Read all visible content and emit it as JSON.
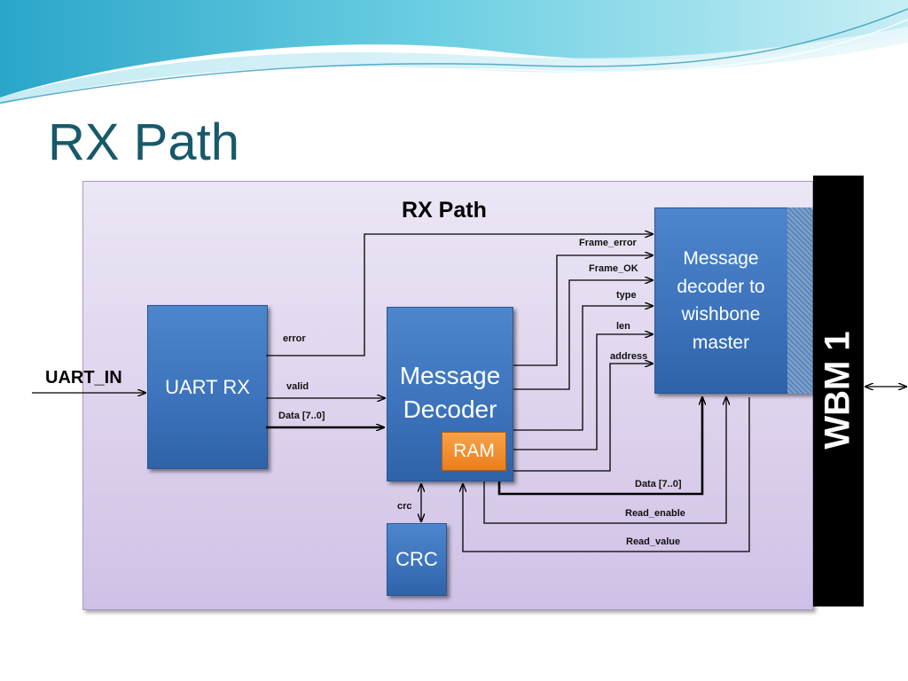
{
  "slide": {
    "title": "RX Path"
  },
  "diagram": {
    "title": "RX Path",
    "input_label": "UART_IN",
    "blocks": {
      "uart_rx": "UART RX",
      "message_decoder": "Message\nDecoder",
      "ram": "RAM",
      "crc": "CRC",
      "wishbone_master": "Message\ndecoder to\nwishbone\nmaster",
      "wbm": "WBM 1"
    },
    "signals": {
      "error": "error",
      "valid": "valid",
      "data_uart": "Data [7..0]",
      "frame_error": "Frame_error",
      "frame_ok": "Frame_OK",
      "type": "type",
      "len": "len",
      "address": "address",
      "data_wb": "Data [7..0]",
      "read_enable": "Read_enable",
      "read_value": "Read_value",
      "crc": "crc"
    },
    "colors": {
      "title": "#17596b",
      "block": "#3d74bd",
      "ram": "#ec7e1c",
      "panel": "#ddd2ec",
      "wbm": "#000000"
    }
  }
}
